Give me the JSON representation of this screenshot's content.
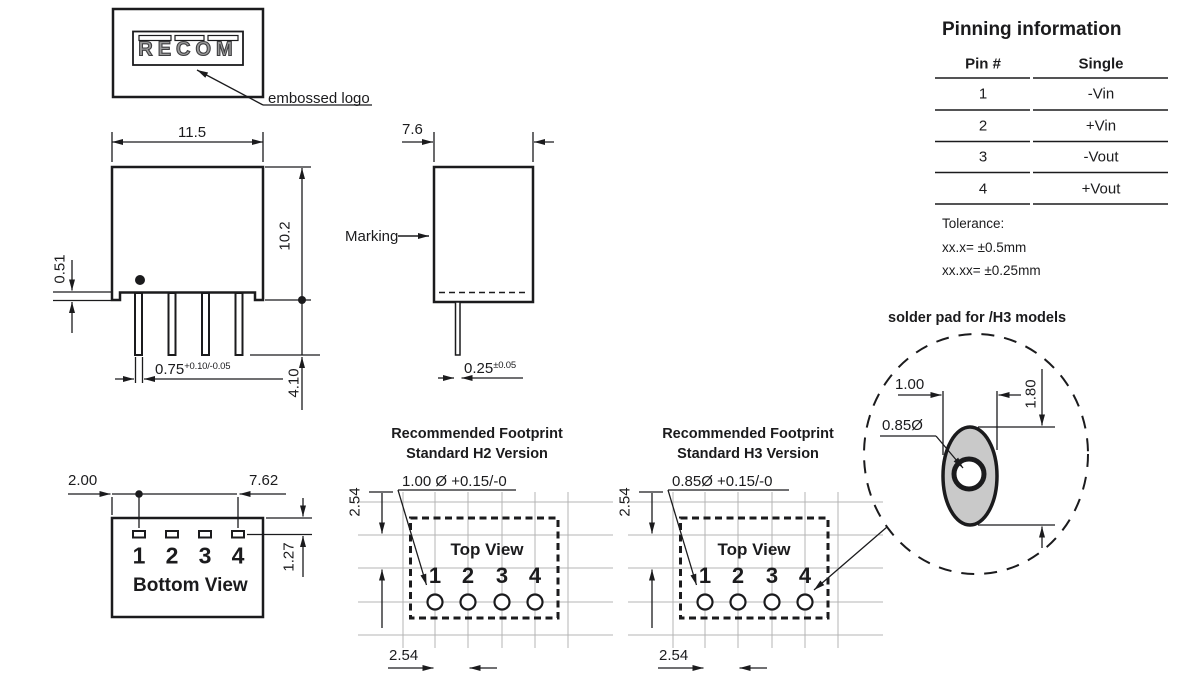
{
  "logo": {
    "brand": "RECOM",
    "callout": "embossed logo"
  },
  "front_view": {
    "width": "11.5",
    "height": "10.2",
    "standoff": "0.51",
    "pin_width": "0.75",
    "pin_width_tol": "+0.10/-0.05",
    "pin_length": "4.10"
  },
  "side_view": {
    "width": "7.6",
    "marking": "Marking",
    "pin_thickness": "0.25",
    "pin_thickness_tol": "±0.05"
  },
  "pin_table": {
    "title": "Pinning information",
    "columns": [
      "Pin #",
      "Single"
    ],
    "rows": [
      [
        "1",
        "-Vin"
      ],
      [
        "2",
        "+Vin"
      ],
      [
        "3",
        "-Vout"
      ],
      [
        "4",
        "+Vout"
      ]
    ],
    "tolerance_title": "Tolerance:",
    "tolerance_lines": [
      "xx.x= ±0.5mm",
      "xx.xx= ±0.25mm"
    ]
  },
  "bottom_view": {
    "label": "Bottom View",
    "edge_offset": "2.00",
    "pin_span": "7.62",
    "pad_offset": "1.27",
    "pins": [
      "1",
      "2",
      "3",
      "4"
    ]
  },
  "footprint_h2": {
    "title_line1": "Recommended Footprint",
    "title_line2": "Standard H2 Version",
    "hole_label": "1.00 Ø +0.15/-0",
    "view_label": "Top View",
    "pins": [
      "1",
      "2",
      "3",
      "4"
    ],
    "row_pitch": "2.54",
    "col_pitch": "2.54"
  },
  "footprint_h3": {
    "title_line1": "Recommended Footprint",
    "title_line2": "Standard H3 Version",
    "hole_label": "0.85Ø +0.15/-0",
    "view_label": "Top View",
    "pins": [
      "1",
      "2",
      "3",
      "4"
    ],
    "row_pitch": "2.54",
    "col_pitch": "2.54"
  },
  "solder_pad": {
    "title": "solder pad for /H3 models",
    "pad_width": "1.00",
    "pad_height": "1.80",
    "hole_diameter": "0.85Ø"
  },
  "colors": {
    "line": "#1b1b1d",
    "grid": "#b4b4b4",
    "pad_fill": "#c9c9c9",
    "background": "#ffffff"
  }
}
